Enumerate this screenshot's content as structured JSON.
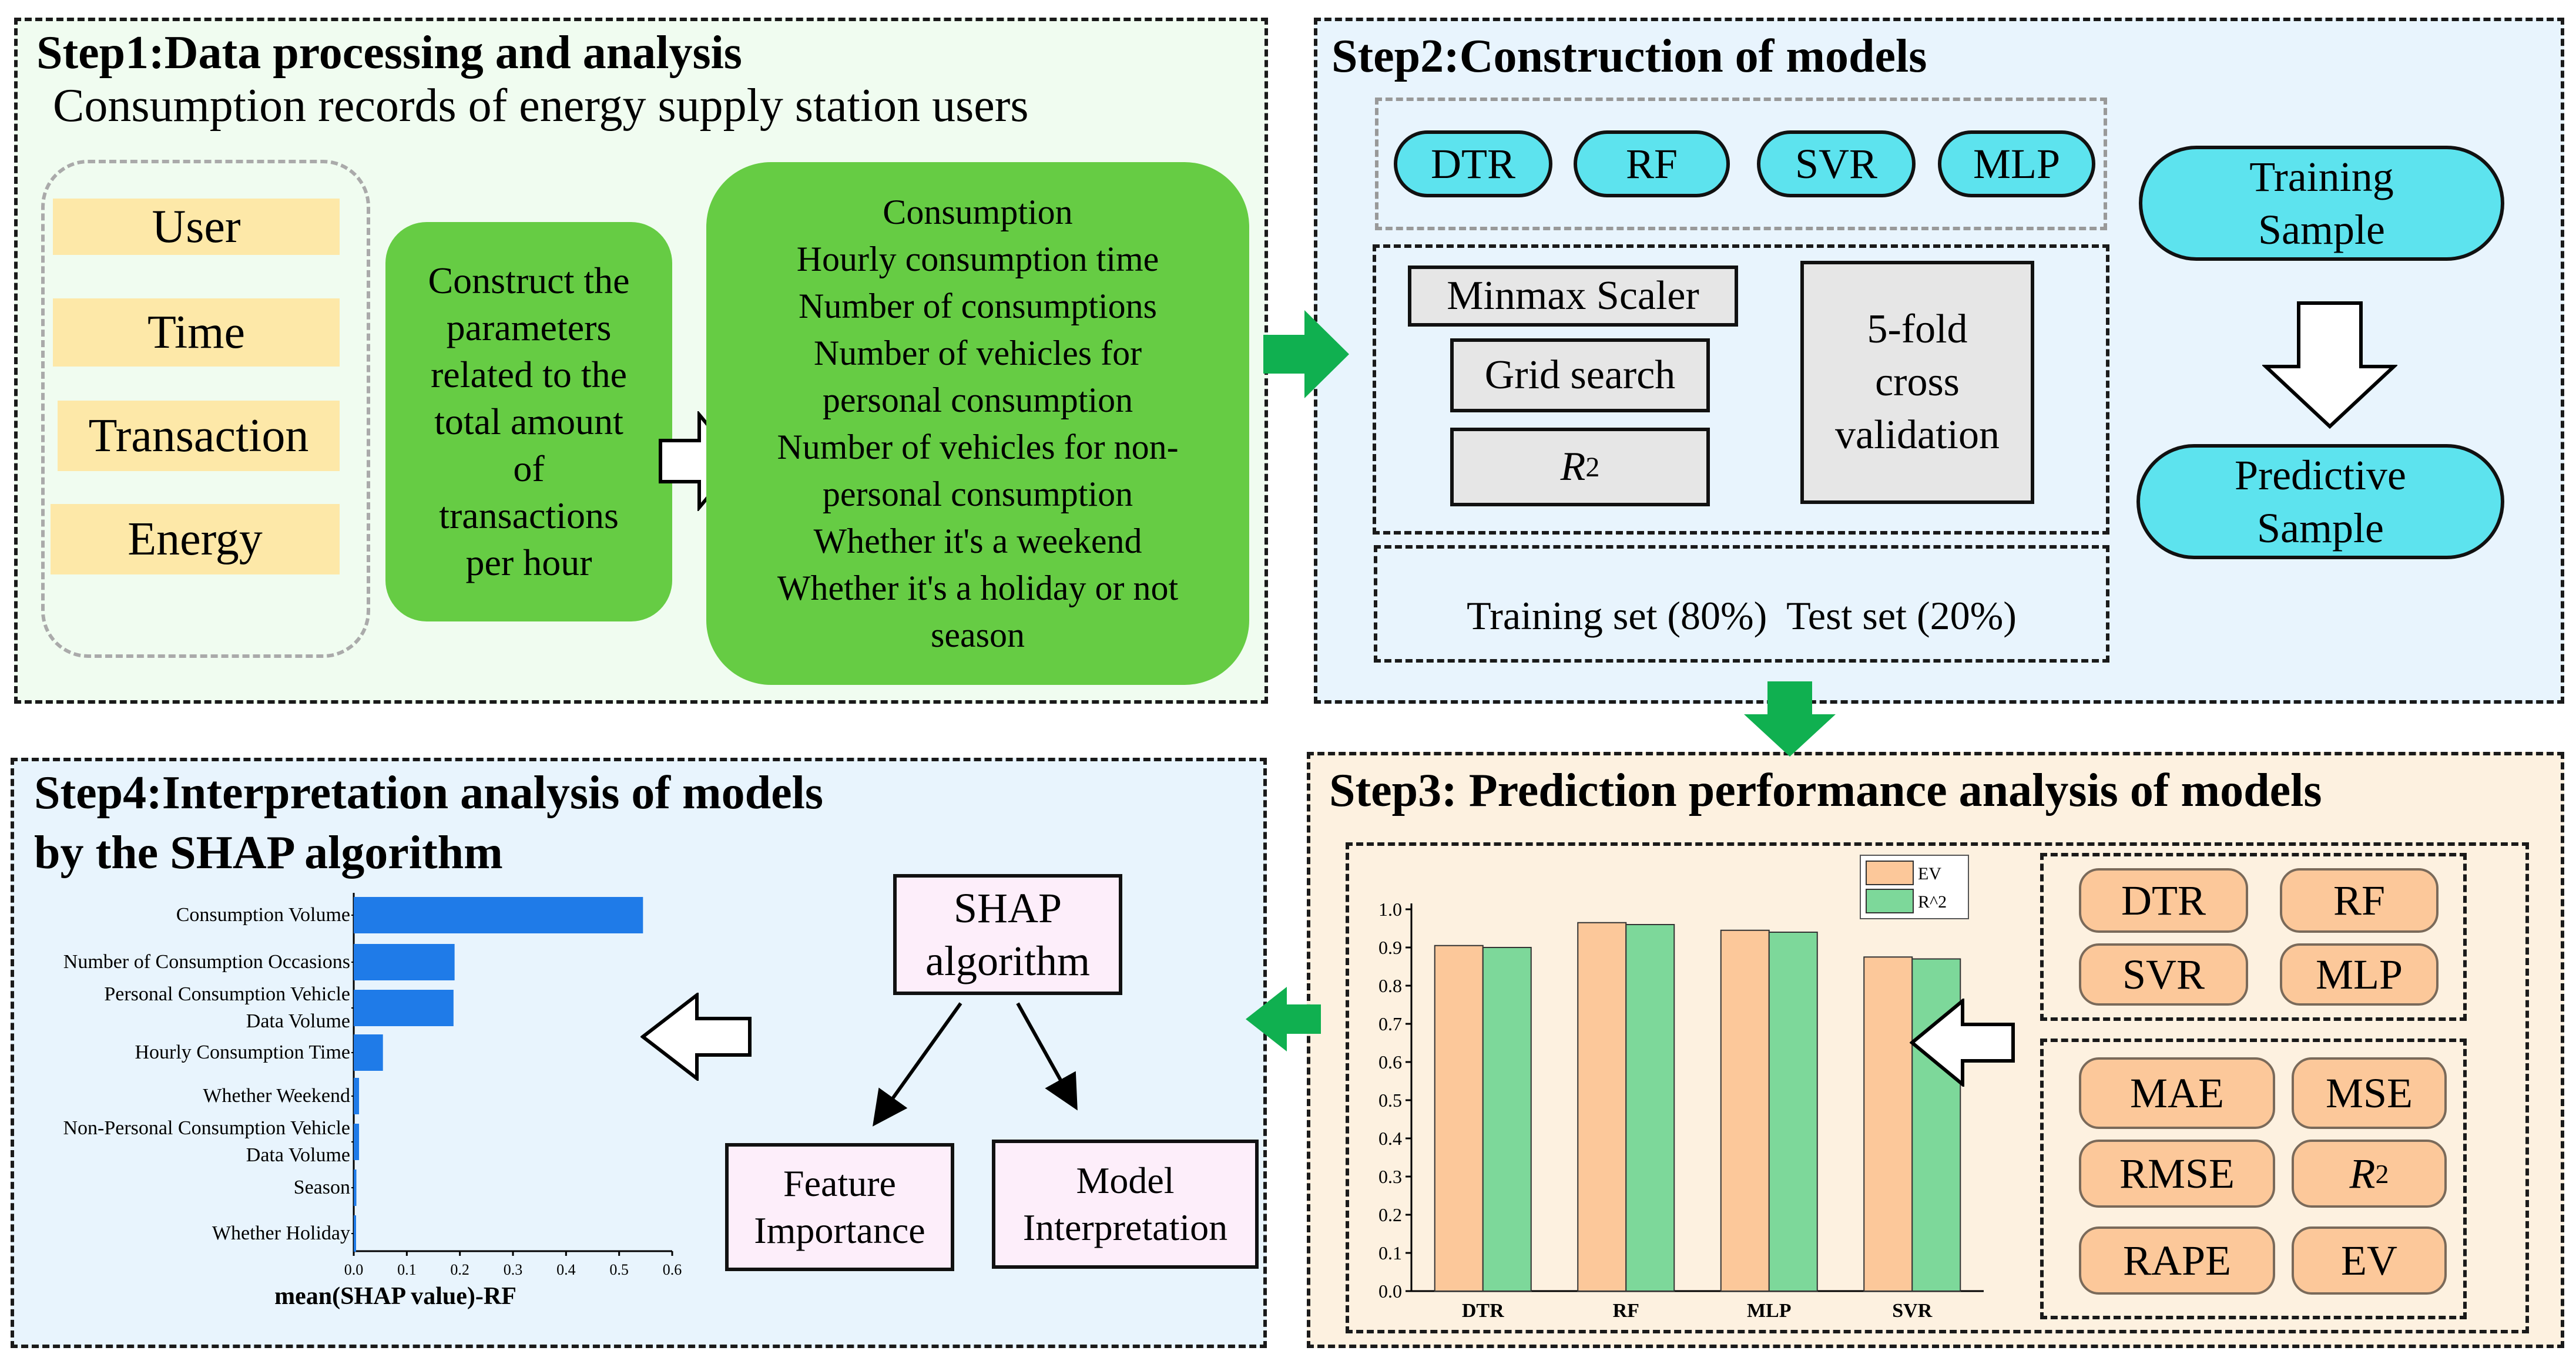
{
  "colors": {
    "step1_bg": "#f0fcf0",
    "step2_bg": "#e8f4fd",
    "step3_bg": "#fdf1e0",
    "step4_bg": "#e8f4fd",
    "green_fill": "#66cc44",
    "cyan_pill": "#5de3ee",
    "tag_yellow": "#fde8a8",
    "orange_pill": "#fcc89a",
    "bar_ev": "#fcc89a",
    "bar_r2": "#7dd89a",
    "shap_bar": "#1f7be8",
    "arrow_green": "#10b050"
  },
  "step1": {
    "title": "Step1:Data processing and analysis",
    "subtitle": "Consumption records of energy supply station users",
    "tags": [
      "User",
      "Time",
      "Transaction",
      "Energy"
    ],
    "construct_lines": [
      "Construct the",
      "parameters",
      "related to the",
      "total amount",
      "of",
      "transactions",
      "per hour"
    ],
    "params_lines": [
      "Consumption",
      "Hourly consumption time",
      "Number of consumptions",
      "Number of vehicles for",
      "personal consumption",
      "Number of vehicles for non-",
      "personal consumption",
      "Whether it's a weekend",
      "Whether it's a holiday or not",
      "season"
    ]
  },
  "step2": {
    "title": "Step2:Construction of models",
    "models": [
      "DTR",
      "RF",
      "SVR",
      "MLP"
    ],
    "minmax": "Minmax Scaler",
    "grid_search": "Grid search",
    "r2_base": "R",
    "r2_sup": "2",
    "cv_lines": [
      "5-fold",
      "cross",
      "validation"
    ],
    "split_text": "Training set (80%)  Test set (20%)",
    "training_sample_lines": [
      "Training",
      "Sample"
    ],
    "predictive_sample_lines": [
      "Predictive",
      "Sample"
    ]
  },
  "step3": {
    "title": "Step3: Prediction performance analysis of  models",
    "models": [
      "DTR",
      "RF",
      "SVR",
      "MLP"
    ],
    "metrics": [
      "MAE",
      "MSE",
      "RMSE",
      "R2",
      "RAPE",
      "EV"
    ]
  },
  "step4": {
    "title_line1": "Step4:Interpretation analysis of models",
    "title_line2": "by the SHAP algorithm",
    "shap_lines": [
      "SHAP",
      "algorithm"
    ],
    "feature_importance_lines": [
      "Feature",
      "Importance"
    ],
    "model_interpretation_lines": [
      "Model",
      "Interpretation"
    ]
  },
  "chart_data": [
    {
      "type": "bar",
      "categories": [
        "DTR",
        "RF",
        "MLP",
        "SVR"
      ],
      "series": [
        {
          "name": "EV",
          "values": [
            0.905,
            0.965,
            0.945,
            0.875
          ]
        },
        {
          "name": "R^2",
          "values": [
            0.9,
            0.96,
            0.94,
            0.87
          ]
        }
      ],
      "ylim": [
        0,
        1.0
      ],
      "yticks": [
        "0.0",
        "0.1",
        "0.2",
        "0.3",
        "0.4",
        "0.5",
        "0.6",
        "0.7",
        "0.8",
        "0.9",
        "1.0"
      ],
      "legend_position": "top-right"
    },
    {
      "type": "bar",
      "orientation": "horizontal",
      "categories": [
        "Consumption Volume",
        "Number of Consumption Occasions",
        "Personal Consumption Vehicle Data Volume",
        "Hourly Consumption Time",
        "Whether Weekend",
        "Non-Personal Consumption Vehicle Data Volume",
        "Season",
        "Whether Holiday"
      ],
      "category_lines": [
        [
          "Consumption Volume"
        ],
        [
          "Number of Consumption Occasions"
        ],
        [
          "Personal Consumption Vehicle",
          "Data Volume"
        ],
        [
          "Hourly Consumption Time"
        ],
        [
          "Whether Weekend"
        ],
        [
          "Non-Personal Consumption Vehicle",
          "Data Volume"
        ],
        [
          "Season"
        ],
        [
          "Whether Holiday"
        ]
      ],
      "values": [
        0.545,
        0.19,
        0.188,
        0.055,
        0.01,
        0.01,
        0.005,
        0.002
      ],
      "xlim": [
        0,
        0.6
      ],
      "xticks": [
        "0.0",
        "0.1",
        "0.2",
        "0.3",
        "0.4",
        "0.5",
        "0.6"
      ],
      "xlabel": "mean(SHAP value)-RF"
    }
  ]
}
